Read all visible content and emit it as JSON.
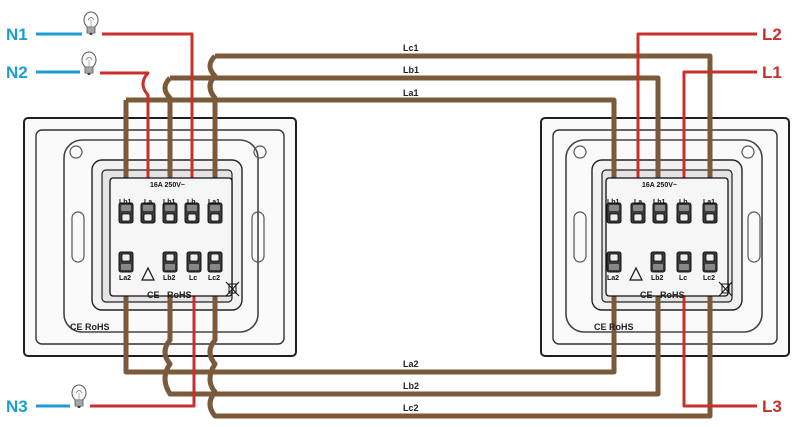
{
  "terminals": {
    "n1": "N1",
    "n2": "N2",
    "n3": "N3",
    "l1": "L1",
    "l2": "L2",
    "l3": "L3"
  },
  "wires": {
    "lc1": "Lc1",
    "lb1": "Lb1",
    "la1": "La1",
    "la2": "La2",
    "lb2": "Lb2",
    "lc2": "Lc2"
  },
  "switch_left": {
    "spec": "16A 250V~",
    "top_terms": [
      "Lb1",
      "La",
      "Lb1",
      "Lb",
      "La1"
    ],
    "bottom_terms": [
      "La2",
      "Lb2",
      "Lc",
      "Lc2"
    ],
    "ce": "CE",
    "rohs": "RoHS",
    "ce_rohs": "CE RoHS"
  },
  "switch_right": {
    "spec": "16A 250V~",
    "top_terms": [
      "Lb1",
      "La",
      "Lb1",
      "Lb",
      "La1"
    ],
    "bottom_terms": [
      "La2",
      "Lb2",
      "Lc",
      "Lc2"
    ],
    "ce": "CE",
    "rohs": "RoHS",
    "ce_rohs": "CE RoHS"
  },
  "colors": {
    "neutral": "#1b9fd0",
    "live": "#c8302c",
    "traveler": "#7a5a3a",
    "plate": "#1f1f1f"
  },
  "icons": [
    "light-bulb-icon",
    "recycle-triangle-icon",
    "weee-bin-icon"
  ]
}
